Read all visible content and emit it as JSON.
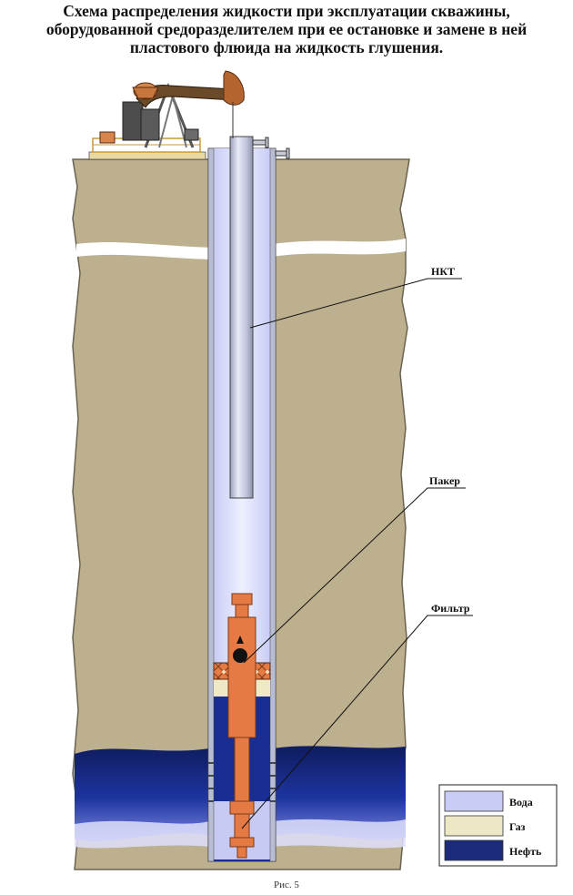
{
  "title_lines": [
    "Схема распределения жидкости при эксплуатации скважины,",
    "оборудованной средоразделителем при ее остановке и замене в ней",
    "пластового флюида на жидкость глушения."
  ],
  "labels": {
    "nkt": "НКТ",
    "packer": "Пакер",
    "filter": "Фильтр"
  },
  "legend": [
    {
      "label": "Вода",
      "color": "#c9ccf5"
    },
    {
      "label": "Газ",
      "color": "#ece7c4"
    },
    {
      "label": "Нефть",
      "color": "#1c2c7a"
    }
  ],
  "caption": "Рис. 5",
  "colors": {
    "rock": "#bdb08e",
    "water": "#d6d9fb",
    "oil": "#14236e",
    "gas": "#efe9c6",
    "equipment": "#e67a44"
  }
}
